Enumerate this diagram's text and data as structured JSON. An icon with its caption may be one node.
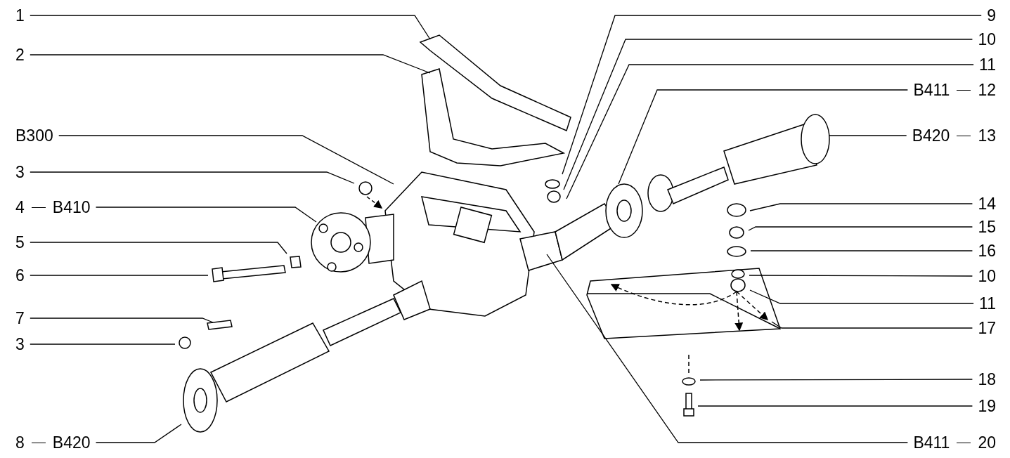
{
  "diagram": {
    "nodes": [
      {
        "text": [
          "1"
        ]
      },
      {
        "text": [
          "2"
        ]
      },
      {
        "text": [
          "B300"
        ]
      },
      {
        "text": [
          "3"
        ]
      },
      {
        "text": [
          "4",
          "B410"
        ]
      },
      {
        "text": [
          "5"
        ]
      },
      {
        "text": [
          "6"
        ]
      },
      {
        "text": [
          "7"
        ]
      },
      {
        "text": [
          "3"
        ]
      },
      {
        "text": [
          "8",
          "B420"
        ]
      },
      {
        "text": [
          "9"
        ]
      },
      {
        "text": [
          "10"
        ]
      },
      {
        "text": [
          "11"
        ]
      },
      {
        "text": [
          "B411",
          "12"
        ]
      },
      {
        "text": [
          "B420",
          "13"
        ]
      },
      {
        "text": [
          "14"
        ]
      },
      {
        "text": [
          "15"
        ]
      },
      {
        "text": [
          "16"
        ]
      },
      {
        "text": [
          "10"
        ]
      },
      {
        "text": [
          "11"
        ]
      },
      {
        "text": [
          "17"
        ]
      },
      {
        "text": [
          "18"
        ]
      },
      {
        "text": [
          "19"
        ]
      },
      {
        "text": [
          "B411",
          "20"
        ]
      }
    ],
    "edges": [
      {
        "from": 0,
        "to": null,
        "arrow": "none"
      },
      {
        "from": 1,
        "to": null,
        "arrow": "none"
      },
      {
        "from": 2,
        "to": null,
        "arrow": "none"
      },
      {
        "from": 3,
        "to": null,
        "arrow": "none"
      },
      {
        "from": 4,
        "to": null,
        "arrow": "none"
      },
      {
        "from": 5,
        "to": null,
        "arrow": "none"
      },
      {
        "from": 6,
        "to": null,
        "arrow": "none"
      },
      {
        "from": 7,
        "to": null,
        "arrow": "none"
      },
      {
        "from": 8,
        "to": null,
        "arrow": "none"
      },
      {
        "from": 9,
        "to": null,
        "arrow": "none"
      },
      {
        "from": 10,
        "to": null,
        "arrow": "none"
      },
      {
        "from": 11,
        "to": null,
        "arrow": "none"
      },
      {
        "from": 12,
        "to": null,
        "arrow": "none"
      },
      {
        "from": 13,
        "to": null,
        "arrow": "none"
      },
      {
        "from": 14,
        "to": null,
        "arrow": "none"
      },
      {
        "from": 15,
        "to": null,
        "arrow": "none"
      },
      {
        "from": 16,
        "to": null,
        "arrow": "none"
      },
      {
        "from": 17,
        "to": null,
        "arrow": "none"
      },
      {
        "from": 18,
        "to": null,
        "arrow": "none"
      },
      {
        "from": 19,
        "to": null,
        "arrow": "none"
      },
      {
        "from": 20,
        "to": null,
        "arrow": "none"
      },
      {
        "from": 21,
        "to": null,
        "arrow": "none"
      },
      {
        "from": 22,
        "to": null,
        "arrow": "none"
      },
      {
        "from": 23,
        "to": null,
        "arrow": "none"
      }
    ]
  }
}
